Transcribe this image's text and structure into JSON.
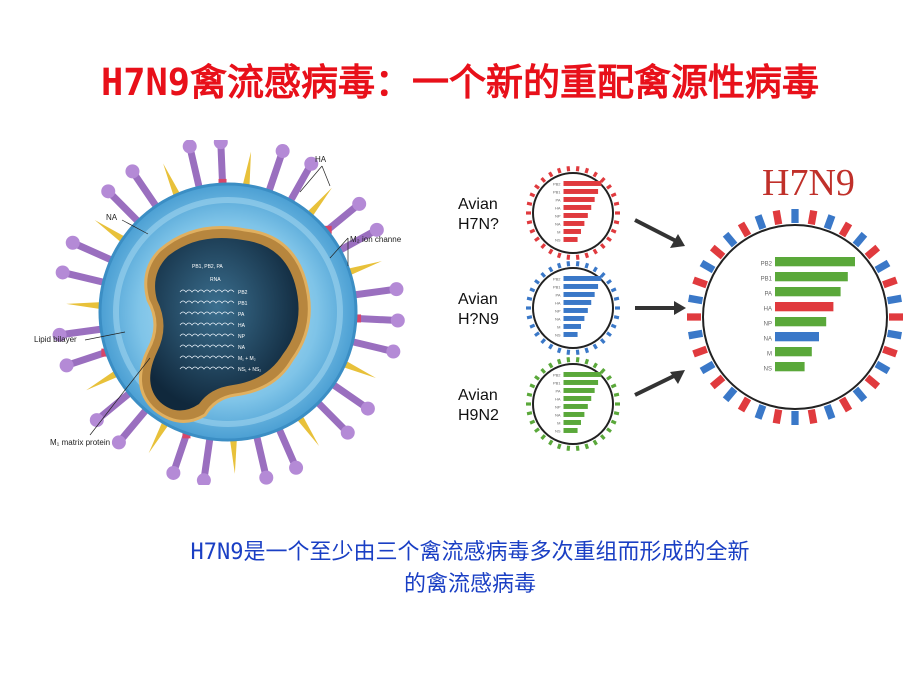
{
  "slide": {
    "title": "H7N9禽流感病毒：一个新的重配禽源性病毒",
    "caption_line1": "H7N9是一个至少由三个禽流感病毒多次重组而形成的全新",
    "caption_line2": "的禽流感病毒"
  },
  "virion_diagram": {
    "label_ha": "HA",
    "label_na": "NA",
    "label_m2": "M₂ ion channe",
    "label_lipid": "Lipid bilayer",
    "label_m1": "M₁ matrix protein",
    "rna_header": "PB1, PB2, PA",
    "rna_label": "RNA",
    "segments": [
      "PB2",
      "PB1",
      "PA",
      "HA",
      "NP",
      "NA",
      "M₁ + M₂",
      "NS₁ + NS₂"
    ]
  },
  "reassortment_diagram": {
    "result_label": "H7N9",
    "sources": [
      {
        "line1": "Avian",
        "line2": "H7N?",
        "color": "#e03a3e"
      },
      {
        "line1": "Avian",
        "line2": "H?N9",
        "color": "#3a78c8"
      },
      {
        "line1": "Avian",
        "line2": "H9N2",
        "color": "#5aa83a"
      }
    ],
    "segment_names": [
      "PB2",
      "PB1",
      "PA",
      "HA",
      "NP",
      "NA",
      "M",
      "NS"
    ],
    "result_segment_colors": [
      "#5aa83a",
      "#5aa83a",
      "#5aa83a",
      "#e03a3e",
      "#5aa83a",
      "#3a78c8",
      "#5aa83a",
      "#5aa83a"
    ]
  }
}
